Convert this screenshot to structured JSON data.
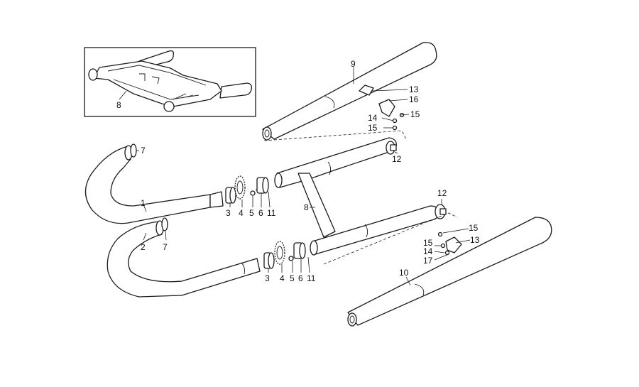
{
  "callouts": {
    "inset_crossover": "8",
    "muffler_upper": "9",
    "muffler_lower": "10",
    "crossover_main": "8",
    "pipe_left_upper": "1",
    "pipe_left_lower": "2",
    "gasket_upper": "7",
    "gasket_lower": "7",
    "ring_upper": "3",
    "nut_upper": "4",
    "washer_upper": "5",
    "spring_upper": "6",
    "clamp_upper": "11",
    "ring_lower": "3",
    "nut_lower": "4",
    "washer_lower": "5",
    "spring_lower": "6",
    "clamp_lower": "11",
    "bracket_bolt_upper": "13",
    "bracket_upper": "16",
    "washer_a_upper": "14",
    "nut_a_upper": "15",
    "nut_b_upper": "15",
    "muffler_clamp_upper": "12",
    "muffler_clamp_lower": "12",
    "nut_a_lower": "15",
    "nut_b_lower": "15",
    "bracket_bolt_lower": "13",
    "washer_a_lower": "14",
    "bracket_lower": "17"
  }
}
